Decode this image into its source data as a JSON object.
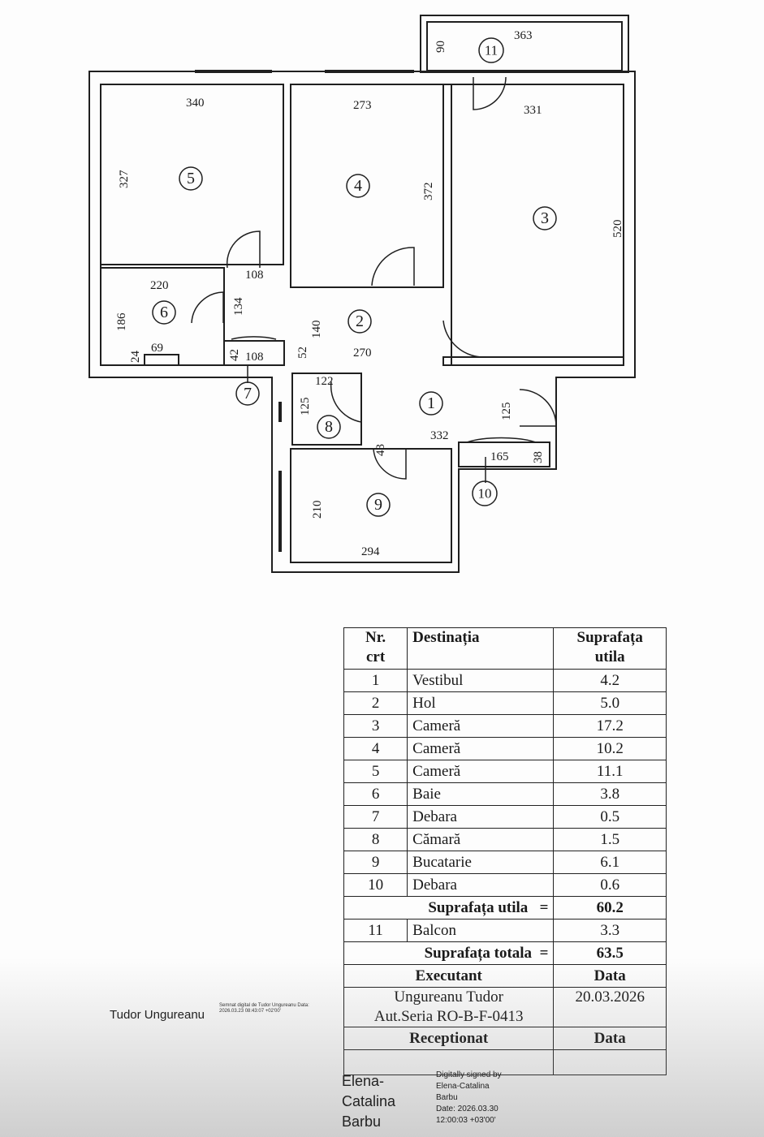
{
  "plan": {
    "rooms": [
      "1",
      "2",
      "3",
      "4",
      "5",
      "6",
      "7",
      "8",
      "9",
      "10",
      "11"
    ],
    "dims": {
      "d_363": "363",
      "d_90": "90",
      "d_331": "331",
      "d_520": "520",
      "d_340": "340",
      "d_327": "327",
      "d_273": "273",
      "d_372": "372",
      "d_108a": "108",
      "d_220": "220",
      "d_186": "186",
      "d_134": "134",
      "d_69": "69",
      "d_24": "24",
      "d_42": "42",
      "d_108b": "108",
      "d_52": "52",
      "d_140": "140",
      "d_270": "270",
      "d_122": "122",
      "d_125a": "125",
      "d_125b": "125",
      "d_332": "332",
      "d_43": "43",
      "d_165": "165",
      "d_38": "38",
      "d_210": "210",
      "d_294": "294"
    }
  },
  "table": {
    "header": {
      "nr": "Nr.\ncrt",
      "dest": "Destinația",
      "surf": "Suprafața\nutila"
    },
    "rows": [
      {
        "nr": "1",
        "dest": "Vestibul",
        "surf": "4.2"
      },
      {
        "nr": "2",
        "dest": "Hol",
        "surf": "5.0"
      },
      {
        "nr": "3",
        "dest": "Cameră",
        "surf": "17.2"
      },
      {
        "nr": "4",
        "dest": "Cameră",
        "surf": "10.2"
      },
      {
        "nr": "5",
        "dest": "Cameră",
        "surf": "11.1"
      },
      {
        "nr": "6",
        "dest": "Baie",
        "surf": "3.8"
      },
      {
        "nr": "7",
        "dest": "Debara",
        "surf": "0.5"
      },
      {
        "nr": "8",
        "dest": "Cămară",
        "surf": "1.5"
      },
      {
        "nr": "9",
        "dest": "Bucatarie",
        "surf": "6.1"
      },
      {
        "nr": "10",
        "dest": "Debara",
        "surf": "0.6"
      }
    ],
    "useful_label": "Suprafața utila",
    "eq": "=",
    "useful_total": "60.2",
    "balcony": {
      "nr": "11",
      "dest": "Balcon",
      "surf": "3.3"
    },
    "total_label": "Suprafața totala",
    "total": "63.5",
    "executant_label": "Executant",
    "data_label": "Data",
    "executant_name": "Ungureanu  Tudor",
    "executant_aut": "Aut.Seria RO-B-F-0413",
    "executant_date": "20.03.2026",
    "received_label": "Receptionat",
    "received_data_label": "Data"
  },
  "signatures": {
    "left_name": "Tudor Ungureanu",
    "left_small": "Semnat digital de Tudor Ungureanu Data: 2026.03.23 08:43:07 +02'00'",
    "right_name_1": "Elena-",
    "right_name_2": "Catalina",
    "right_name_3": "Barbu",
    "right_small_1": "Digitally signed by",
    "right_small_2": "Elena-Catalina",
    "right_small_3": "Barbu",
    "right_small_4": "Date: 2026.03.30",
    "right_small_5": "12:00:03 +03'00'"
  }
}
